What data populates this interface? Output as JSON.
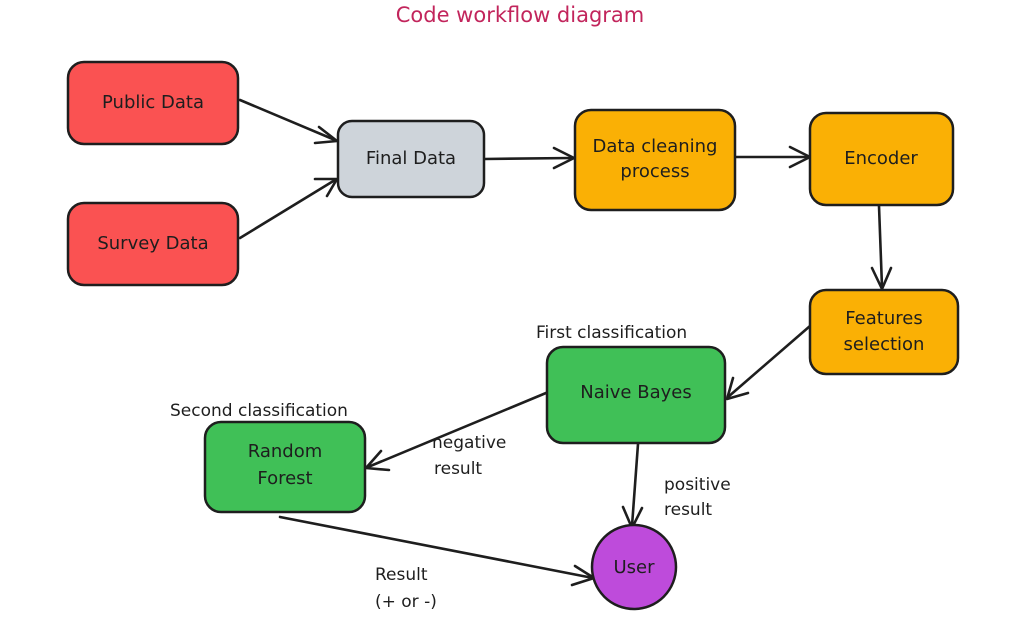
{
  "title": "Code workflow diagram",
  "colors": {
    "source": "#fa5252",
    "source_border": "#c92a2a",
    "merge": "#ced4da",
    "process": "#fab005",
    "classifier": "#40c057",
    "user": "#be4bdb",
    "stroke": "#1e1e1e",
    "title": "#c2255c"
  },
  "nodes": {
    "public_data": "Public Data",
    "survey_data": "Survey Data",
    "final_data": "Final Data",
    "cleaning_1": "Data cleaning",
    "cleaning_2": "process",
    "encoder": "Encoder",
    "features_1": "Features",
    "features_2": "selection",
    "naive_bayes": "Naive Bayes",
    "random_forest_1": "Random",
    "random_forest_2": "Forest",
    "user": "User"
  },
  "annotations": {
    "first_classification": "First classification",
    "second_classification": "Second classification",
    "negative_1": "negative",
    "negative_2": "result",
    "positive_1": "positive",
    "positive_2": "result",
    "result_1": "Result",
    "result_2": "(+ or -)"
  }
}
